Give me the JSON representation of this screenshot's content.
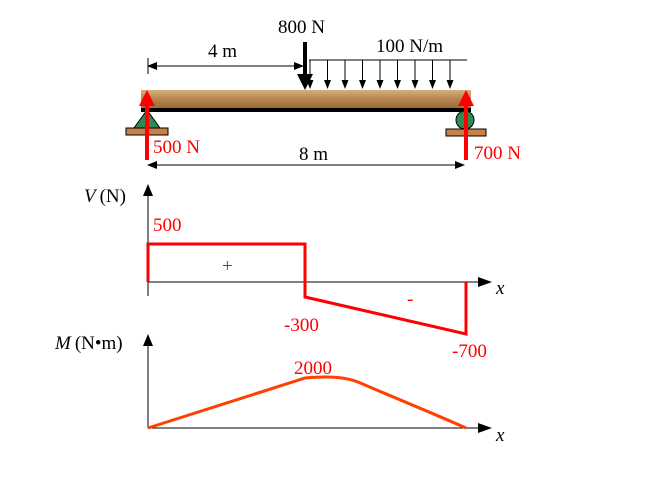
{
  "beam": {
    "span_label": "4 m",
    "point_load_label": "800 N",
    "dist_load_label": "100 N/m",
    "length_label": "8 m",
    "reaction_left_label": "500 N",
    "reaction_right_label": "700 N"
  },
  "shear": {
    "axis_var": "V",
    "axis_unit": "(N)",
    "x_var": "x",
    "label_500": "500",
    "label_minus300": "-300",
    "label_minus700": "-700",
    "plus_sign": "+",
    "minus_sign": "-"
  },
  "moment": {
    "axis_var": "M",
    "axis_unit": "(N•m)",
    "x_var": "x",
    "label_2000": "2000"
  },
  "colors": {
    "red": "#ff0000",
    "orange": "#ff4000",
    "black": "#000000",
    "beam_wood": "#c19a5b",
    "support_green": "#2e8b57",
    "support_base": "#c8804a"
  }
}
